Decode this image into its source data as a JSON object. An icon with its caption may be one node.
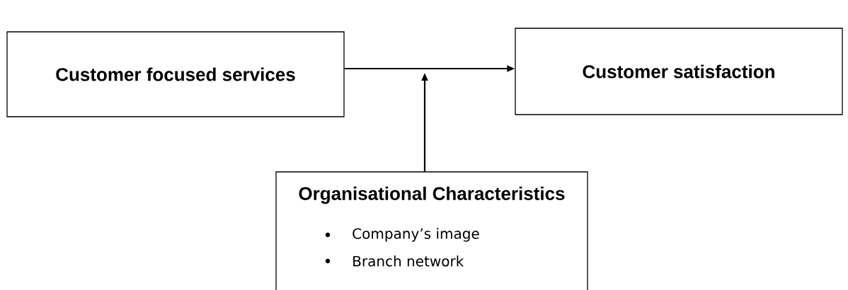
{
  "diagram": {
    "nodes": [
      {
        "text": [
          "Customer focused services"
        ]
      },
      {
        "text": [
          "Customer satisfaction"
        ]
      },
      {
        "text": [
          "Organisational Characteristics",
          "Company’s image",
          "Branch network"
        ]
      }
    ],
    "edges": [
      {
        "from": 0,
        "to": 1,
        "arrow": "to"
      },
      {
        "from": 2,
        "to": null,
        "arrow": "to"
      }
    ]
  }
}
